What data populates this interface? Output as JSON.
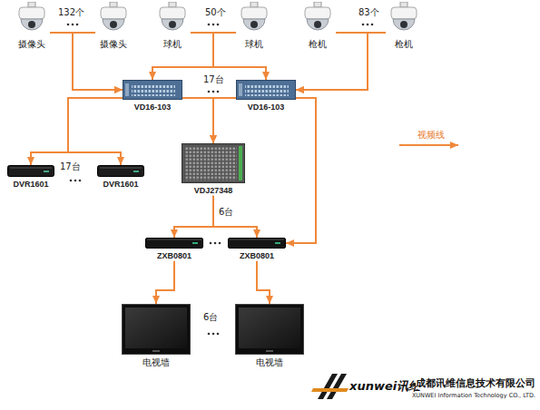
{
  "diagram": {
    "nodes": [
      {
        "text": [
          "摄像头"
        ]
      },
      {
        "text": [
          "摄像头"
        ]
      },
      {
        "text": [
          "球机"
        ]
      },
      {
        "text": [
          "球机"
        ]
      },
      {
        "text": [
          "枪机"
        ]
      },
      {
        "text": [
          "枪机"
        ]
      },
      {
        "text": [
          "VD16-103"
        ]
      },
      {
        "text": [
          "VD16-103"
        ]
      },
      {
        "text": [
          "DVR1601"
        ]
      },
      {
        "text": [
          "DVR1601"
        ]
      },
      {
        "text": [
          "VDJ27348"
        ]
      },
      {
        "text": [
          "ZXB0801"
        ]
      },
      {
        "text": [
          "ZXB0801"
        ]
      },
      {
        "text": [
          "电视墙"
        ]
      },
      {
        "text": [
          "电视墙"
        ]
      }
    ],
    "edges": [
      {
        "from": 0,
        "to": 6,
        "arrow": "to"
      },
      {
        "from": 1,
        "to": 6,
        "arrow": "to"
      },
      {
        "from": 2,
        "to": 6,
        "arrow": "to"
      },
      {
        "from": 3,
        "to": 7,
        "arrow": "to"
      },
      {
        "from": 4,
        "to": 7,
        "arrow": "to"
      },
      {
        "from": 5,
        "to": 7,
        "arrow": "to"
      },
      {
        "from": 6,
        "to": 8,
        "arrow": "to"
      },
      {
        "from": 6,
        "to": 9,
        "arrow": "to"
      },
      {
        "from": 6,
        "to": 10,
        "arrow": "to"
      },
      {
        "from": 7,
        "to": 10,
        "arrow": "to"
      },
      {
        "from": 10,
        "to": 11,
        "arrow": "to"
      },
      {
        "from": 10,
        "to": 12,
        "arrow": "to"
      },
      {
        "from": 7,
        "to": 12,
        "arrow": "to"
      },
      {
        "from": 11,
        "to": 13,
        "arrow": "to"
      },
      {
        "from": 12,
        "to": 14,
        "arrow": "to"
      }
    ],
    "labels": [
      "132个",
      "50个",
      "83个",
      "17台",
      "17台",
      "6台",
      "6台",
      "xunwei讯维",
      "成都讯维信息技术有限公司",
      "XUNWEI Information Technology CO., LTD."
    ],
    "legend": [
      {
        "text": "视频线"
      }
    ]
  }
}
